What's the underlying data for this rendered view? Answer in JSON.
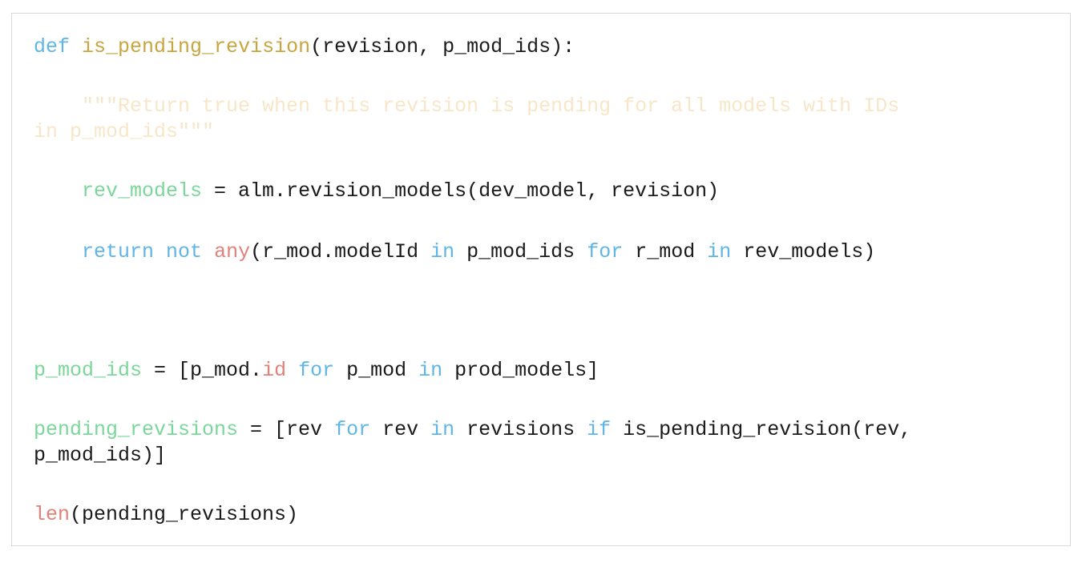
{
  "code": {
    "line1": {
      "kw_def": "def",
      "sp1": " ",
      "fn_name": "is_pending_revision",
      "rest": "(revision, p_mod_ids):"
    },
    "line2": {
      "docstring_a": "    \"\"\"Return true when this revision is pending for all models with IDs"
    },
    "line3": {
      "docstring_b": "in p_mod_ids\"\"\""
    },
    "line4": {
      "indent": "    ",
      "var": "rev_models",
      "rest": " = alm.revision_models(dev_model, revision)"
    },
    "line5": {
      "indent": "    ",
      "kw_return": "return",
      "sp1": " ",
      "kw_not": "not",
      "sp2": " ",
      "bi_any": "any",
      "p1": "(r_mod.modelId ",
      "kw_in1": "in",
      "p2": " p_mod_ids ",
      "kw_for": "for",
      "p3": " r_mod ",
      "kw_in2": "in",
      "p4": " rev_models)"
    },
    "line6": {
      "var": "p_mod_ids",
      "p1": " = [p_mod.",
      "bi_id": "id",
      "sp1": " ",
      "kw_for": "for",
      "p2": " p_mod ",
      "kw_in": "in",
      "p3": " prod_models]"
    },
    "line7": {
      "var": "pending_revisions",
      "p1": " = [rev ",
      "kw_for": "for",
      "p2": " rev ",
      "kw_in": "in",
      "p3": " revisions ",
      "kw_if": "if",
      "p4": " is_pending_revision(rev,"
    },
    "line8": {
      "text": "p_mod_ids)]"
    },
    "line9": {
      "bi_len": "len",
      "rest": "(pending_revisions)"
    }
  },
  "colors": {
    "keyword": "#5fb6e6",
    "function_name": "#c9a53f",
    "builtin": "#e2807a",
    "variable": "#7ad79a",
    "docstring": "#f8e6c8",
    "text": "#1a1a1a",
    "border": "#d9d9d9"
  }
}
